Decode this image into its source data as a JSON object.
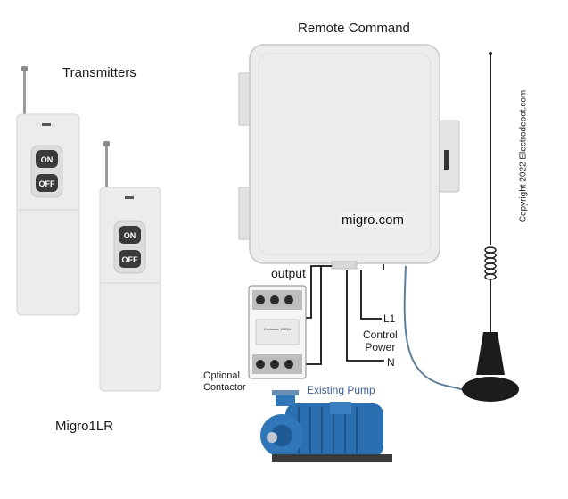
{
  "title": "Remote Command",
  "transmitters_label": "Transmitters",
  "model_label": "Migro1LR",
  "output_label": "output",
  "l1_label": "L1",
  "control_power_line1": "Control",
  "control_power_line2": "Power",
  "n_label": "N",
  "optional_contactor_line1": "Optional",
  "optional_contactor_line2": "Contactor",
  "pump_label": "Existing Pump",
  "brand_label": "migro.com",
  "copyright": "Copyright 2022 Electrodepot.com",
  "remote_buttons": {
    "on": "ON",
    "off": "OFF"
  },
  "contactor_text": "Contactor 9322A",
  "colors": {
    "pump_blue": "#2a6fb0",
    "wire": "#111111",
    "antenna_cable": "#5f7f99",
    "enclosure": "#ececec"
  }
}
